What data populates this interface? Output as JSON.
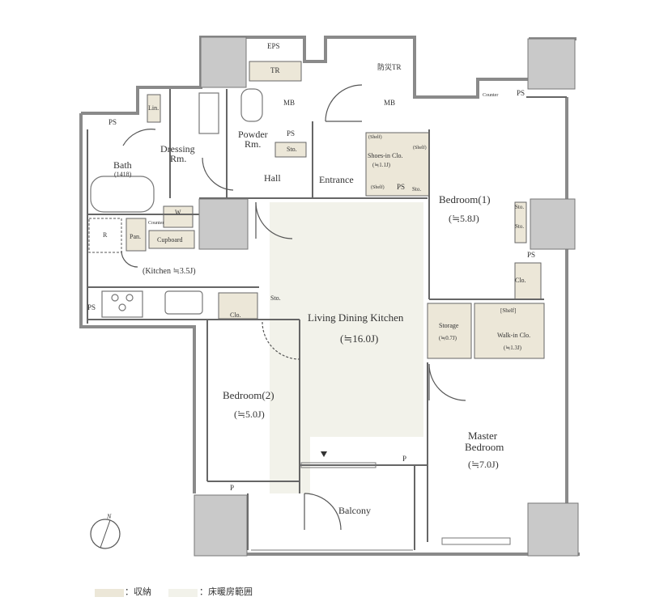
{
  "rooms": {
    "ldk": "Living Dining Kitchen",
    "ldk_size": "(≒16.0J)",
    "kitchen": "(Kitchen ≒3.5J)",
    "bedroom1": "Bedroom(1)",
    "bedroom1_size": "(≒5.8J)",
    "bedroom2": "Bedroom(2)",
    "bedroom2_size": "(≒5.0J)",
    "master_line1": "Master",
    "master_line2": "Bedroom",
    "master_size": "(≒7.0J)",
    "balcony": "Balcony",
    "bath": "Bath",
    "bath_size": "(1418)",
    "dressing_line1": "Dressing",
    "dressing_line2": "Rm.",
    "powder_line1": "Powder",
    "powder_line2": "Rm.",
    "hall": "Hall",
    "entrance": "Entrance"
  },
  "fixtures": {
    "eps": "EPS",
    "tr": "TR",
    "bousai_tr": "防災TR",
    "mb_left": "MB",
    "mb_right": "MB",
    "ps_top_left": "PS",
    "ps_hall": "PS",
    "ps_entrance": "PS",
    "ps_bed1_top": "PS",
    "ps_bed1_side": "PS",
    "ps_kitchen": "PS",
    "p_bed2": "P",
    "p_balcony": "P",
    "lin": "Lin.",
    "w": "W",
    "counter_dressing": "Counter",
    "counter_bed1": "Counter",
    "r": "R",
    "pan": "Pan.",
    "cupboard": "Cupboard",
    "sto_hall": "Sto.",
    "sto_entrance": "Sto.",
    "sto_kitchen": "Sto.",
    "sto_bed1_a": "Sto.",
    "sto_bed1_b": "Sto.",
    "shelf_a": "(Shelf)",
    "shelf_b": "(Shelf)",
    "shelf_c": "(Shelf)",
    "shoes_in_clo": "Shoes-in Clo.",
    "shoes_in_clo_size": "(≒1.1J)",
    "clo_bed1": "Clo.",
    "clo_bed2": "Clo.",
    "storage": "Storage",
    "storage_size": "(≒0.7J)",
    "shelf_wic": "[Shelf]",
    "walk_in_clo": "Walk-in Clo.",
    "walk_in_clo_size": "(≒1.3J)"
  },
  "compass": {
    "north": "N"
  },
  "legend": {
    "storage_label": "：収納",
    "storage_color": "#ece7d8",
    "floor_heating_label": "：床暖房範囲",
    "floor_heating_color": "#f2f2ea"
  },
  "colors": {
    "wall": "#8a8a8a",
    "column": "#c9c9c9",
    "line": "#555555"
  }
}
